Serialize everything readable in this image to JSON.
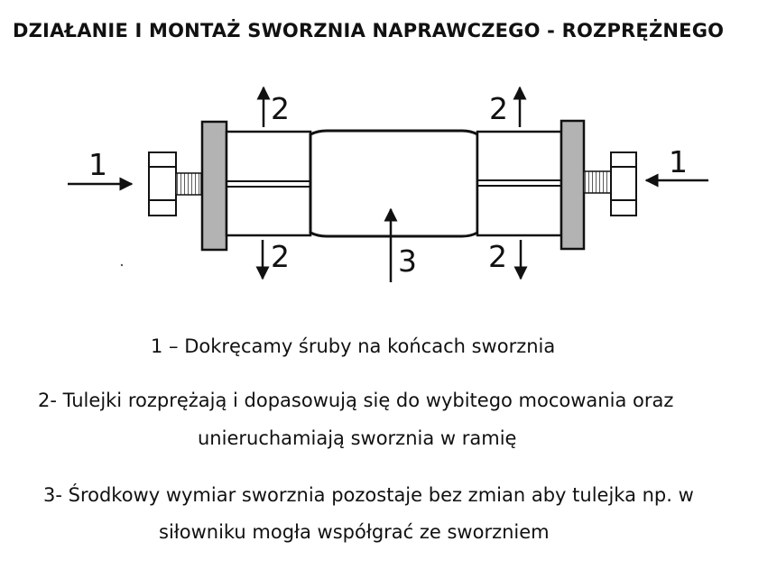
{
  "title": "DZIAŁANIE I MONTAŻ SWORZNIA NAPRAWCZEGO - ROZPRĘŻNEGO",
  "diagram": {
    "labels": {
      "left_force": "1",
      "right_force": "1",
      "top_left": "2",
      "top_right": "2",
      "bottom_left": "2",
      "bottom_right": "2",
      "center": "3"
    },
    "colors": {
      "plate_fill": "#b3b3b3",
      "stroke": "#111111"
    }
  },
  "legend": {
    "item1": "1 – Dokręcamy śruby na końcach sworznia",
    "item2_line1": "2- Tulejki rozprężają i dopasowują się do wybitego mocowania oraz",
    "item2_line2": "unieruchamiają sworznia w ramię",
    "item3_line1": "3- Środkowy wymiar sworznia pozostaje bez zmian aby tulejka np. w",
    "item3_line2": "siłowniku mogła współgrać ze sworzniem"
  }
}
